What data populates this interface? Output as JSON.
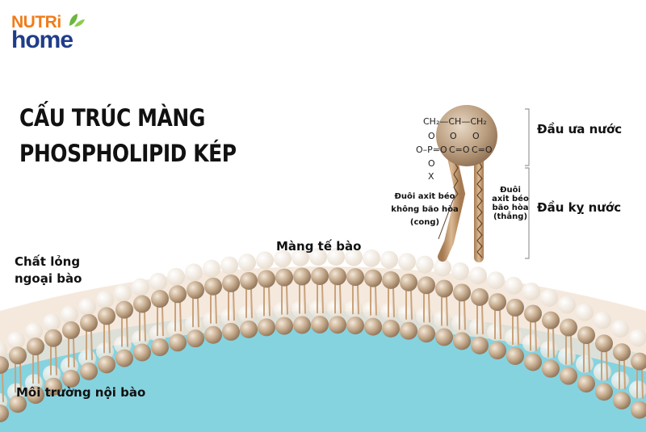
{
  "logo": {
    "nutri": "NUTRi",
    "home": "home",
    "leaf_color": "#6ab73b",
    "nutri_color": "#f07c1a",
    "home_color": "#1f3d8a"
  },
  "title": {
    "line1": "CẤU TRÚC MÀNG",
    "line2": "PHOSPHOLIPID KÉP"
  },
  "labels": {
    "extracellular_line1": "Chất lỏng",
    "extracellular_line2": "ngoại bào",
    "membrane": "Màng tế bào",
    "intracellular": "Môi trường nội bào",
    "hydrophilic_head": "Đầu ưa nước",
    "hydrophobic_tail": "Đầu kỵ nước",
    "unsaturated_line1": "Đuôi axit béo",
    "unsaturated_line2": "không bão hòa",
    "unsaturated_line3": "(cong)",
    "saturated_line1": "Đuôi",
    "saturated_line2": "axit béo",
    "saturated_line3": "bão hòa",
    "saturated_line4": "(thẳng)"
  },
  "chemical_formula": {
    "top": [
      "CH₂",
      "—",
      "CH",
      "—",
      "CH₂"
    ],
    "oxygen": "O",
    "phosphate": "O–P=O",
    "carbonyl": "C=O",
    "x_group": "X"
  },
  "colors": {
    "intracellular": "#86d3e0",
    "head": "#c4a98b",
    "head_dark": "#8f7358",
    "tail": "#c9a27a",
    "bracket": "#999999"
  }
}
